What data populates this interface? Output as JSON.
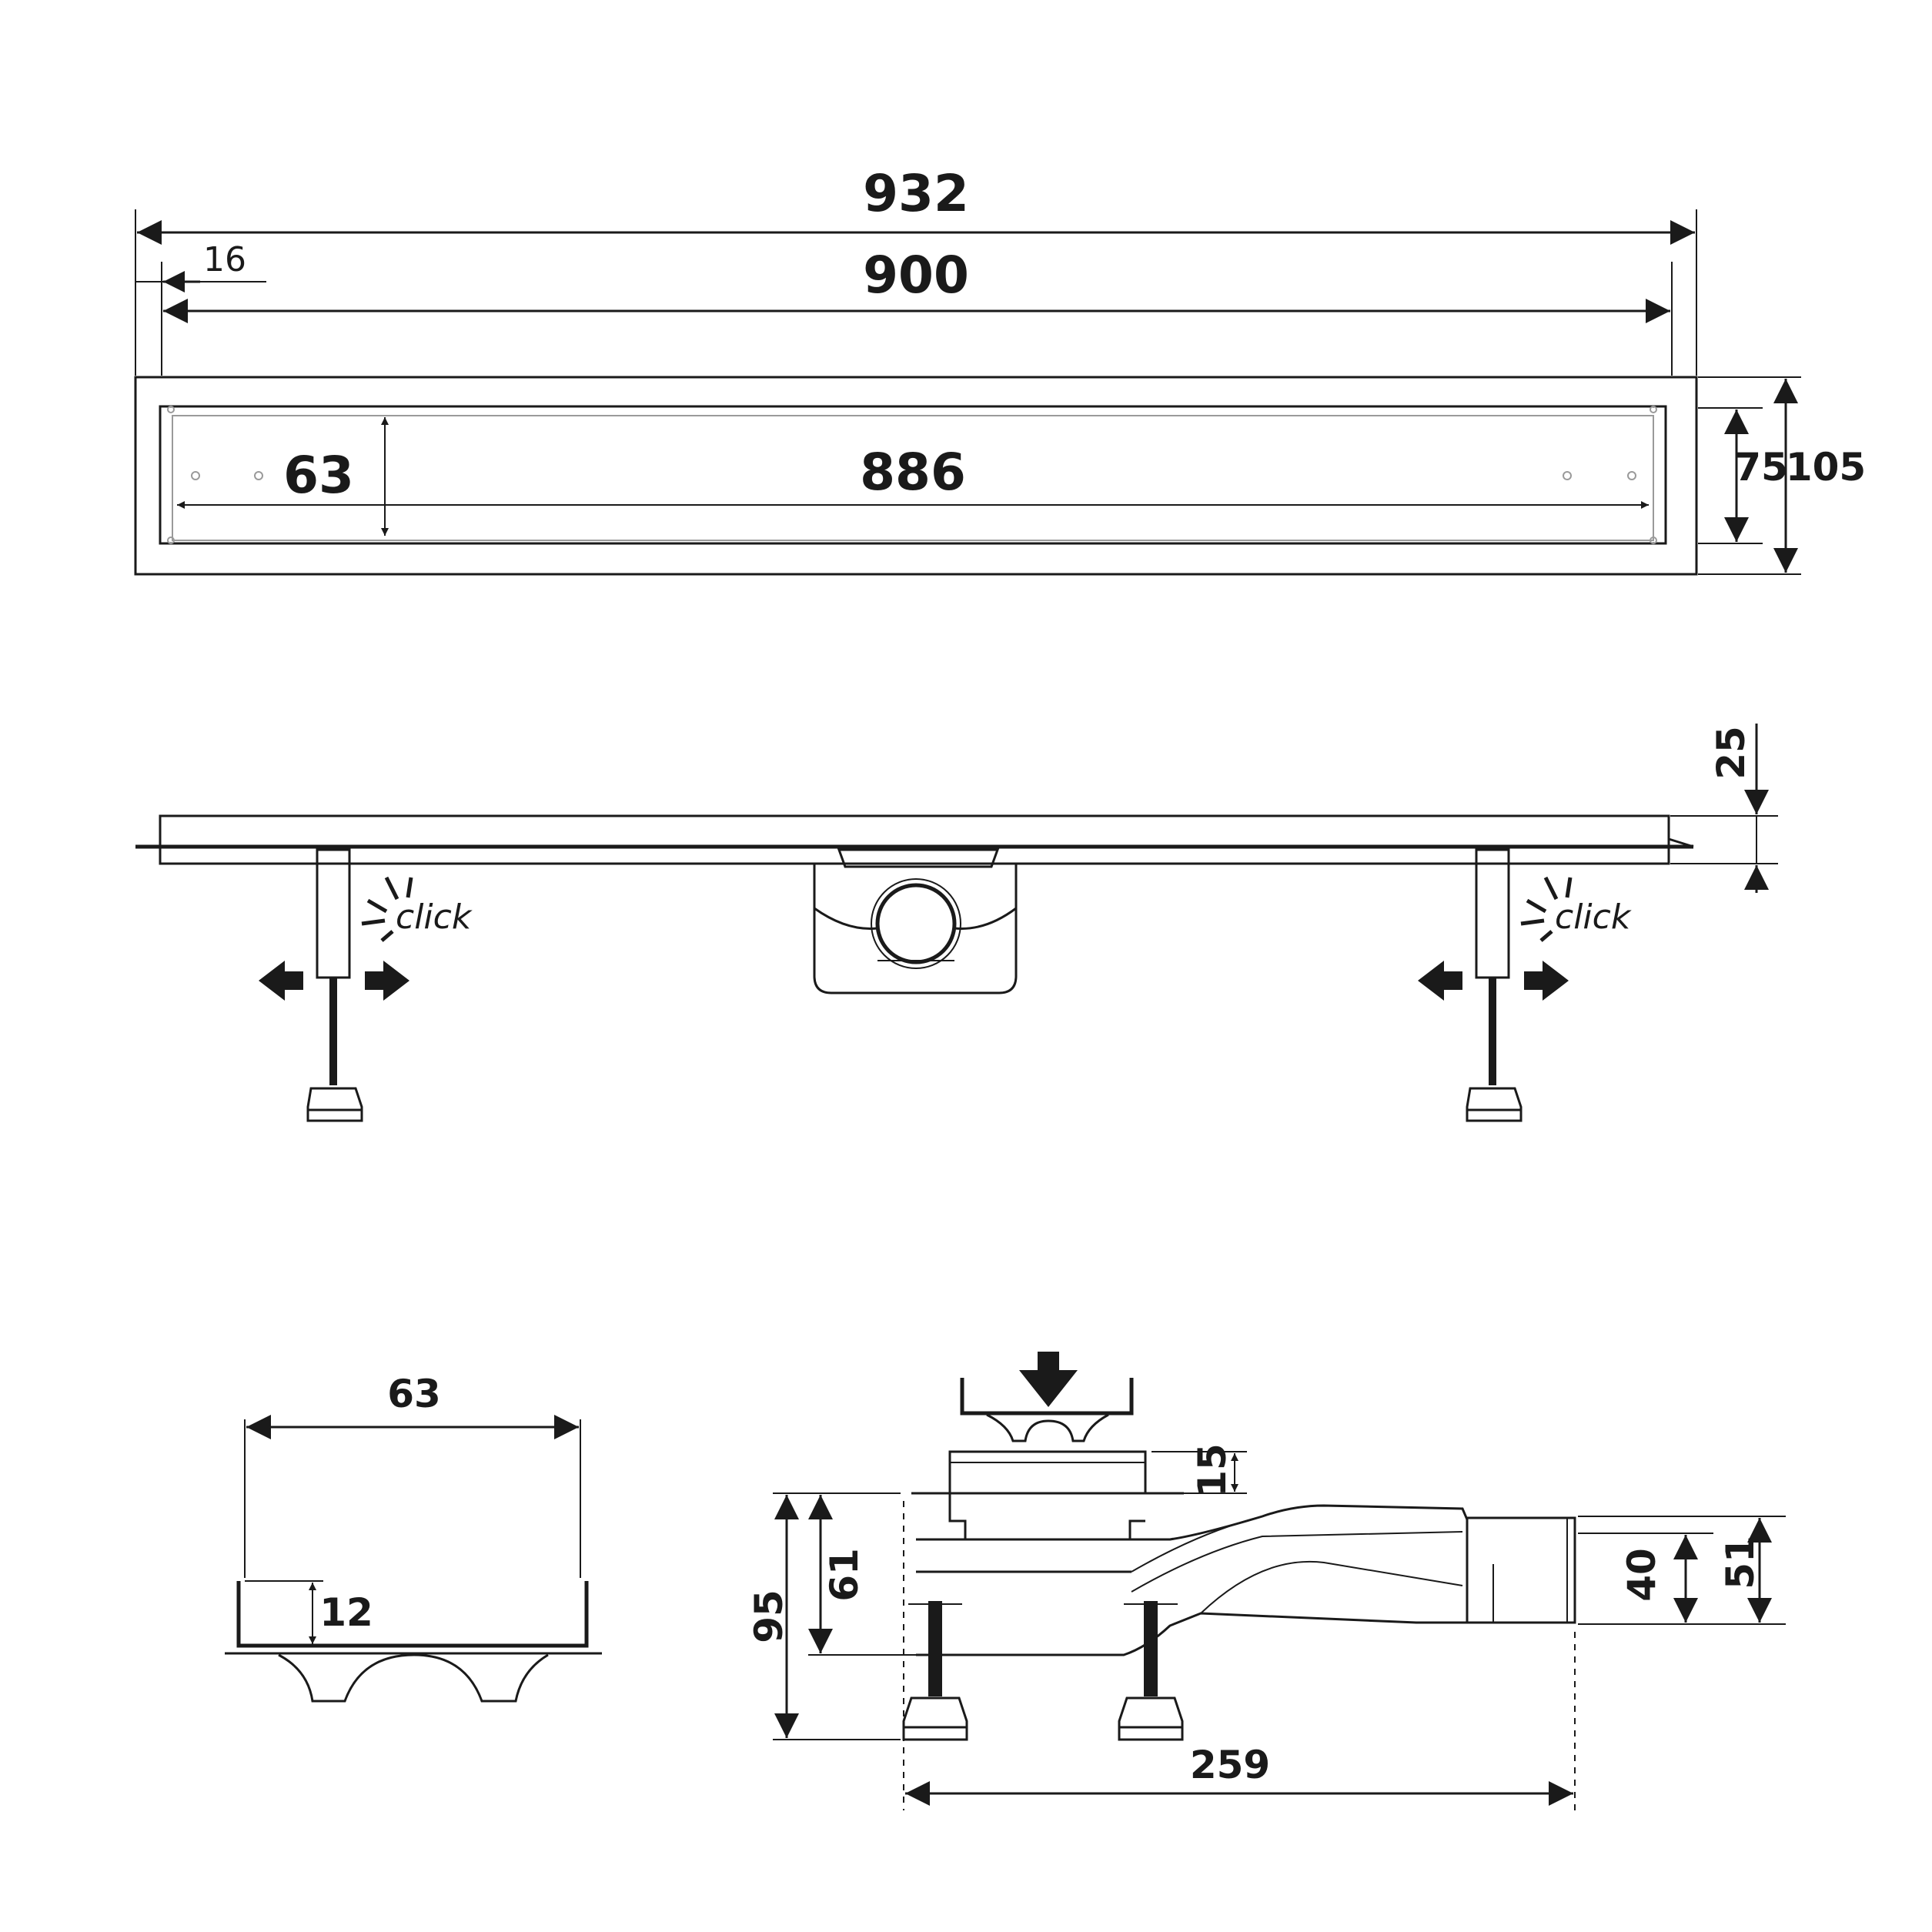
{
  "top_view": {
    "overall_length": "932",
    "body_length": "900",
    "offset": "16",
    "grate_width": "63",
    "grate_length": "886",
    "inner_width": "75",
    "outer_width": "105"
  },
  "side_view": {
    "height": "25",
    "click_label_left": "click",
    "click_label_right": "click"
  },
  "grate_section": {
    "width": "63",
    "depth": "12"
  },
  "drain_section": {
    "trap_depth": "15",
    "total_height": "95",
    "body_height": "61",
    "outlet_inner": "40",
    "outlet_outer": "51",
    "length": "259"
  }
}
